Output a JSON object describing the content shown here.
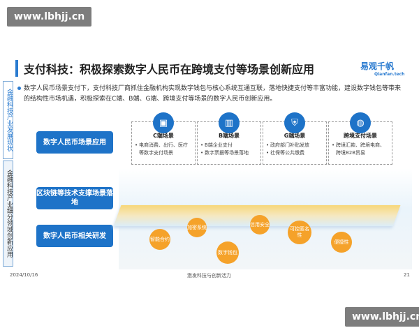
{
  "watermark": "www.lbhjj.cn",
  "title": "支付科技：积极探索数字人民币在跨境支付等场景创新应用",
  "logo": {
    "name": "易观千帆",
    "sub": "Qianfan.tech"
  },
  "sidebar": [
    "金融科技产业发展现状",
    "金融科技产业细分领域创新应用"
  ],
  "intro": "数字人民币场景支付下，支付科技厂商抓住金融机构实现数字钱包与核心系统互通互联，落地快捷支付等丰富功能，建设数字钱包等带来的结构性市场机遇，积极探索在C端、B端、G端、跨境支付等场景的数字人民币创新应用。",
  "rows": [
    "数字人民币场景应用",
    "区块链等技术支撑场景落地",
    "数字人民币相关研发"
  ],
  "cards": [
    {
      "icon": "monitor-icon",
      "title": "C端场景",
      "items": [
        "电商消费、出行、医疗等数字支付场景"
      ]
    },
    {
      "icon": "building-icon",
      "title": "B端场景",
      "items": [
        "B端企业支付",
        "数字票据等场景落地"
      ]
    },
    {
      "icon": "shield-icon",
      "title": "G端场景",
      "items": [
        "政府部门补贴发放",
        "社保等公共缴费"
      ]
    },
    {
      "icon": "globe-icon",
      "title": "跨境支付场景",
      "items": [
        "跨境汇款、跨境电商、跨境B2B贸易"
      ]
    }
  ],
  "features": [
    "智能合约",
    "加密系统",
    "数字钱包",
    "信用安全",
    "可控匿名性",
    "便捷性"
  ],
  "footer": {
    "date": "2024/10/16",
    "center": "激发科技与创新活力",
    "page": "21"
  },
  "colors": {
    "accent": "#1e73c8",
    "orange": "#f5a22a"
  }
}
